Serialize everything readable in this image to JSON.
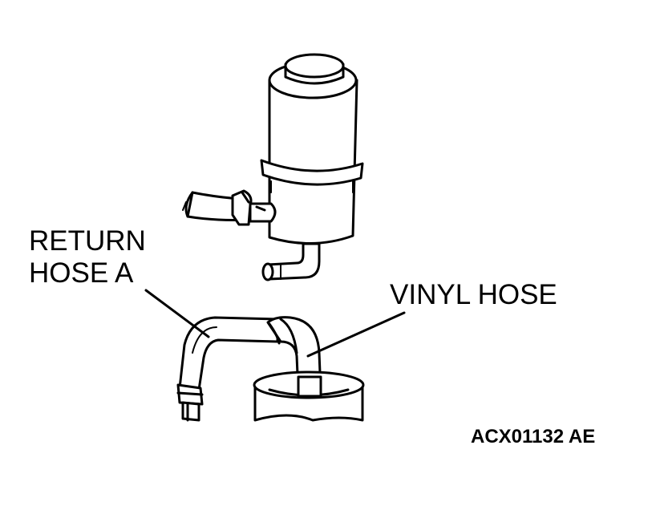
{
  "labels": {
    "return_hose_line1": "RETURN",
    "return_hose_line2": "HOSE A",
    "vinyl_hose": "VINYL HOSE",
    "figure_code": "ACX01132 AE"
  }
}
